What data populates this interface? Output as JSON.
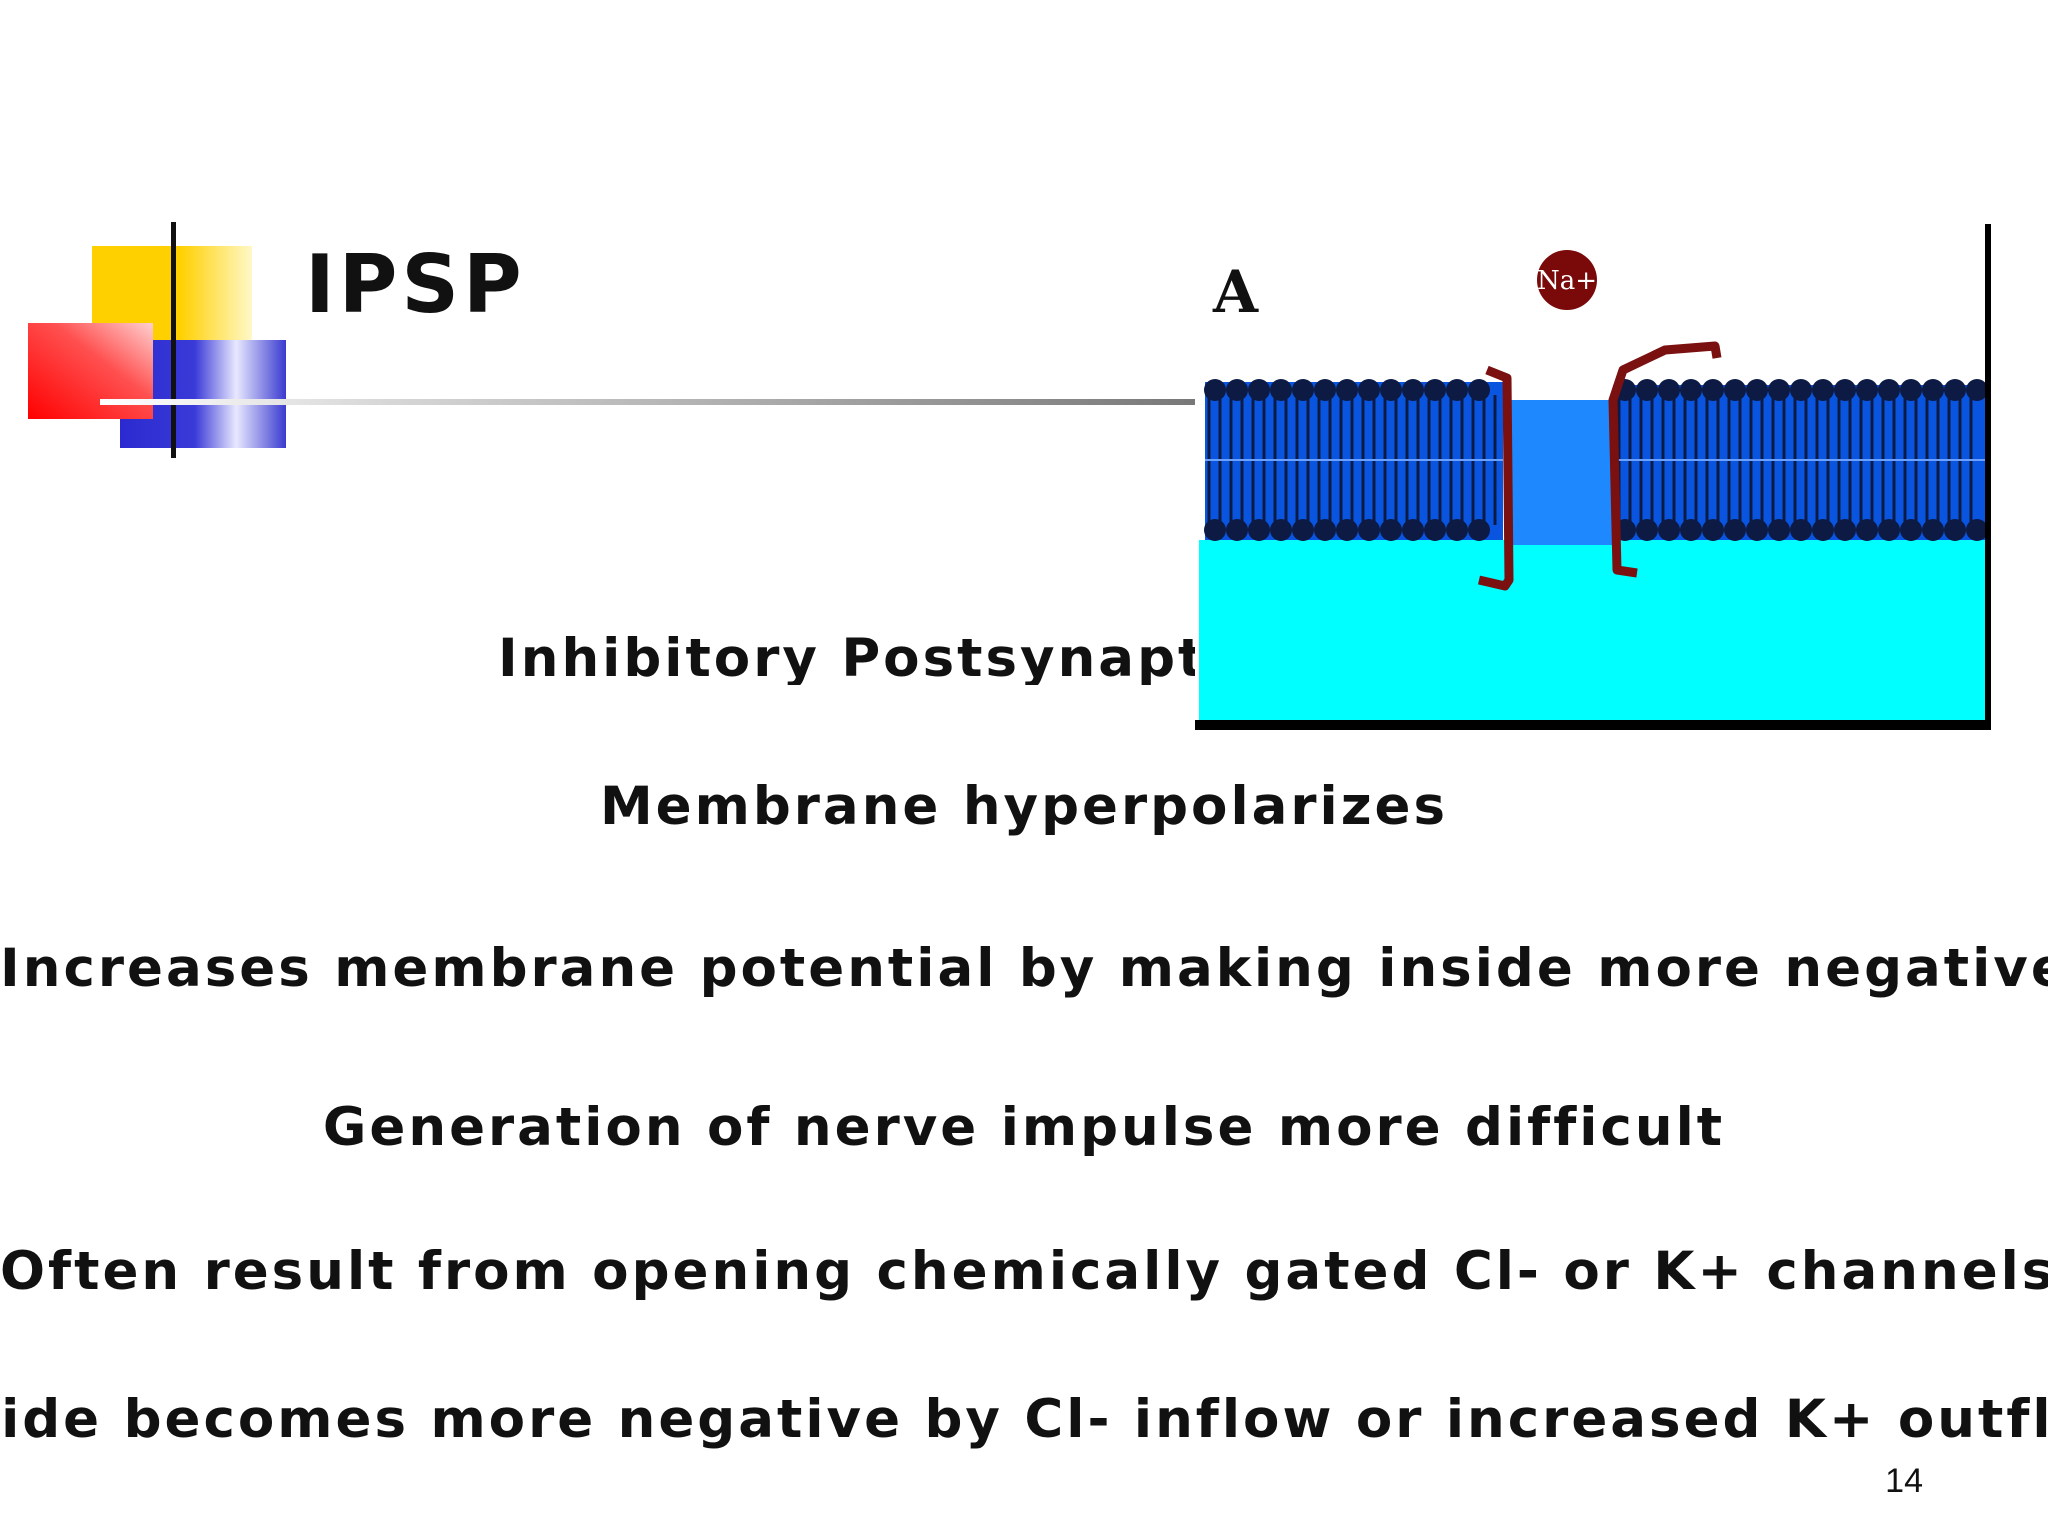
{
  "slide": {
    "title": "IPSP",
    "subtitle": "Inhibitory Postsynapti",
    "bullets": [
      "Membrane hyperpolarizes",
      "Increases membrane potential by making inside more negative",
      "Generation of nerve impulse more difficult",
      "Often result from opening chemically gated Cl- or K+ channels",
      "Inside becomes more negative by Cl- inflow or increased K+ outflow"
    ],
    "page_number": "14"
  },
  "diagram": {
    "panel_label": "A",
    "ion_label": "Na+",
    "colors": {
      "extracellular": "#ffffff",
      "intracellular": "#00ffff",
      "membrane": "#0a55e0",
      "lipid_head": "#0c1a44",
      "channel_protein": "#7a1010",
      "ion": "#7a0a0a"
    }
  },
  "logo_colors": [
    "#ffd800",
    "#ff2020",
    "#3030d0"
  ]
}
